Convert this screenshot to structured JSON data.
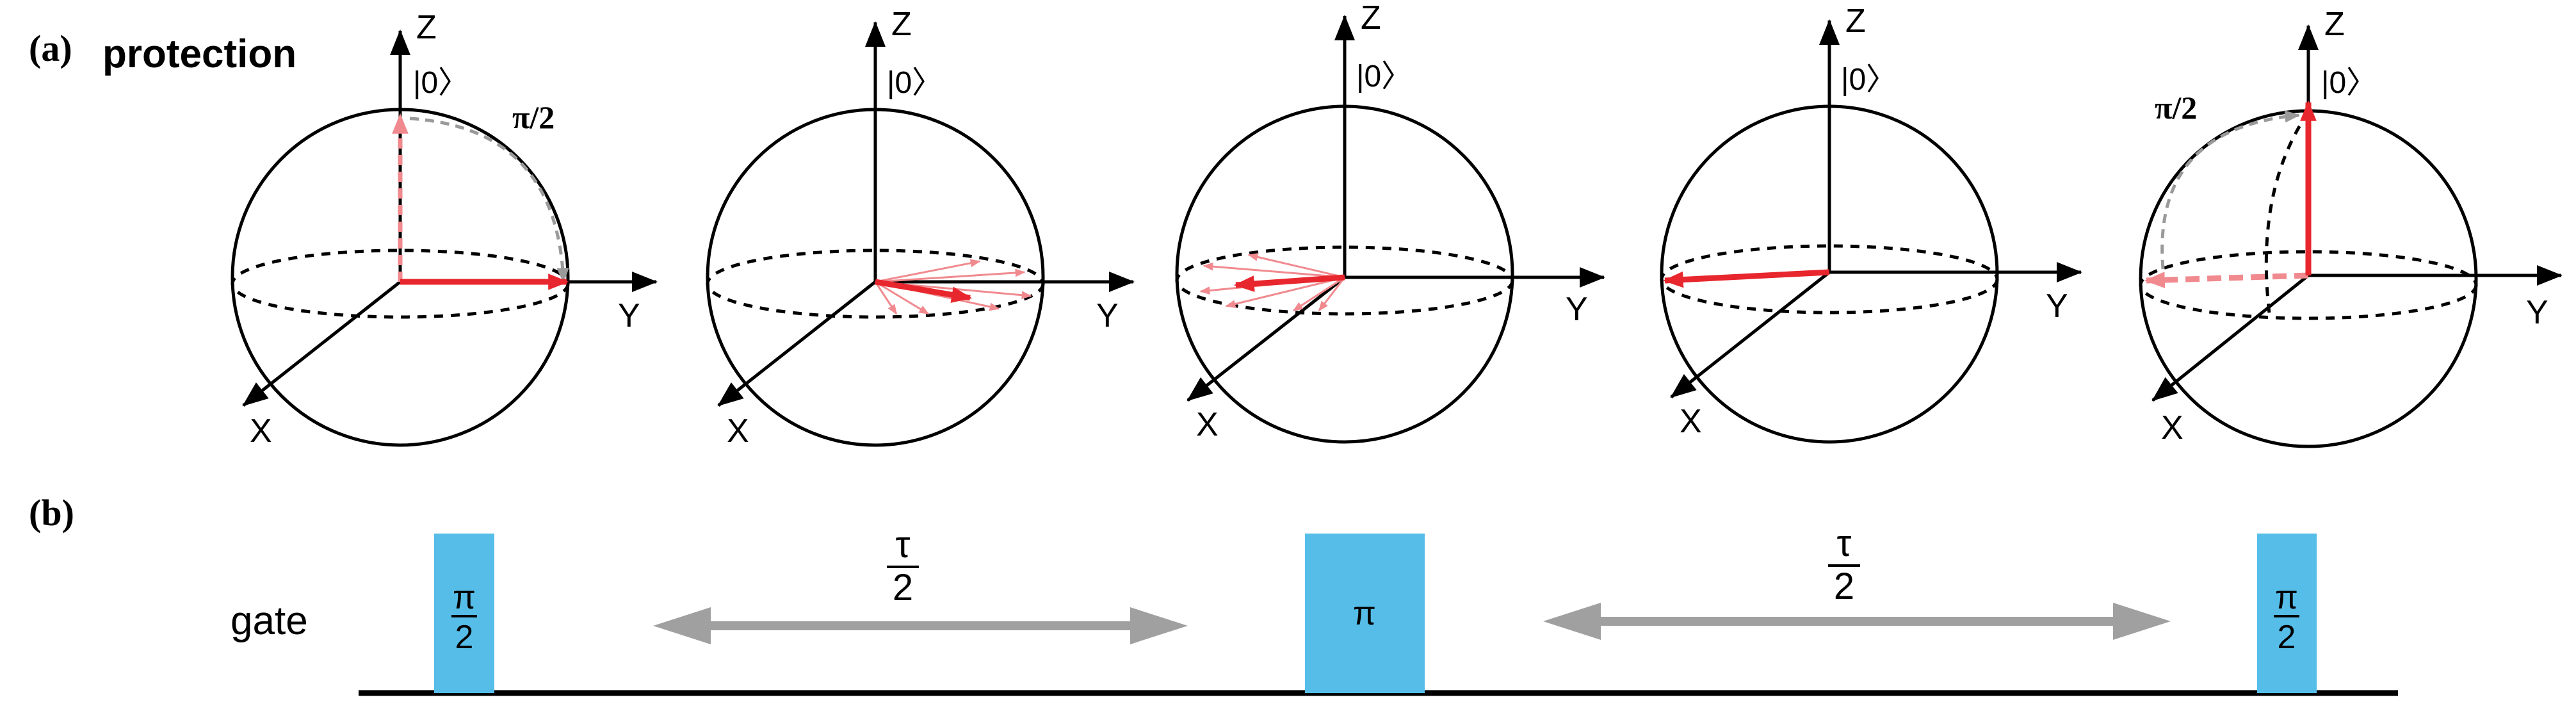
{
  "panel_a": {
    "label": "(a)",
    "title": "protection",
    "spheres": [
      {
        "z_label": "Z",
        "y_label": "Y",
        "x_label": "X",
        "ket": "|0〉",
        "angle": "π/2"
      },
      {
        "z_label": "Z",
        "y_label": "Y",
        "x_label": "X",
        "ket": "|0〉"
      },
      {
        "z_label": "Z",
        "y_label": "Y",
        "x_label": "X",
        "ket": "|0〉"
      },
      {
        "z_label": "Z",
        "y_label": "Y",
        "x_label": "X",
        "ket": "|0〉"
      },
      {
        "z_label": "Z",
        "y_label": "Y",
        "x_label": "X",
        "ket": "|0〉",
        "angle": "π/2"
      }
    ]
  },
  "panel_b": {
    "label": "(b)",
    "row_label": "gate",
    "pulses": [
      {
        "num": "π",
        "den": "2"
      },
      {
        "text": "π"
      },
      {
        "num": "π",
        "den": "2"
      }
    ],
    "delays": [
      {
        "num": "τ",
        "den": "2"
      },
      {
        "num": "τ",
        "den": "2"
      }
    ]
  },
  "colors": {
    "vector": "#e8262d",
    "vector_faded": "#f08a8f",
    "rotation_arc": "#9a9a9a",
    "pulse": "#56bde9",
    "delay_arrow": "#a0a0a0",
    "axis": "#000000"
  }
}
